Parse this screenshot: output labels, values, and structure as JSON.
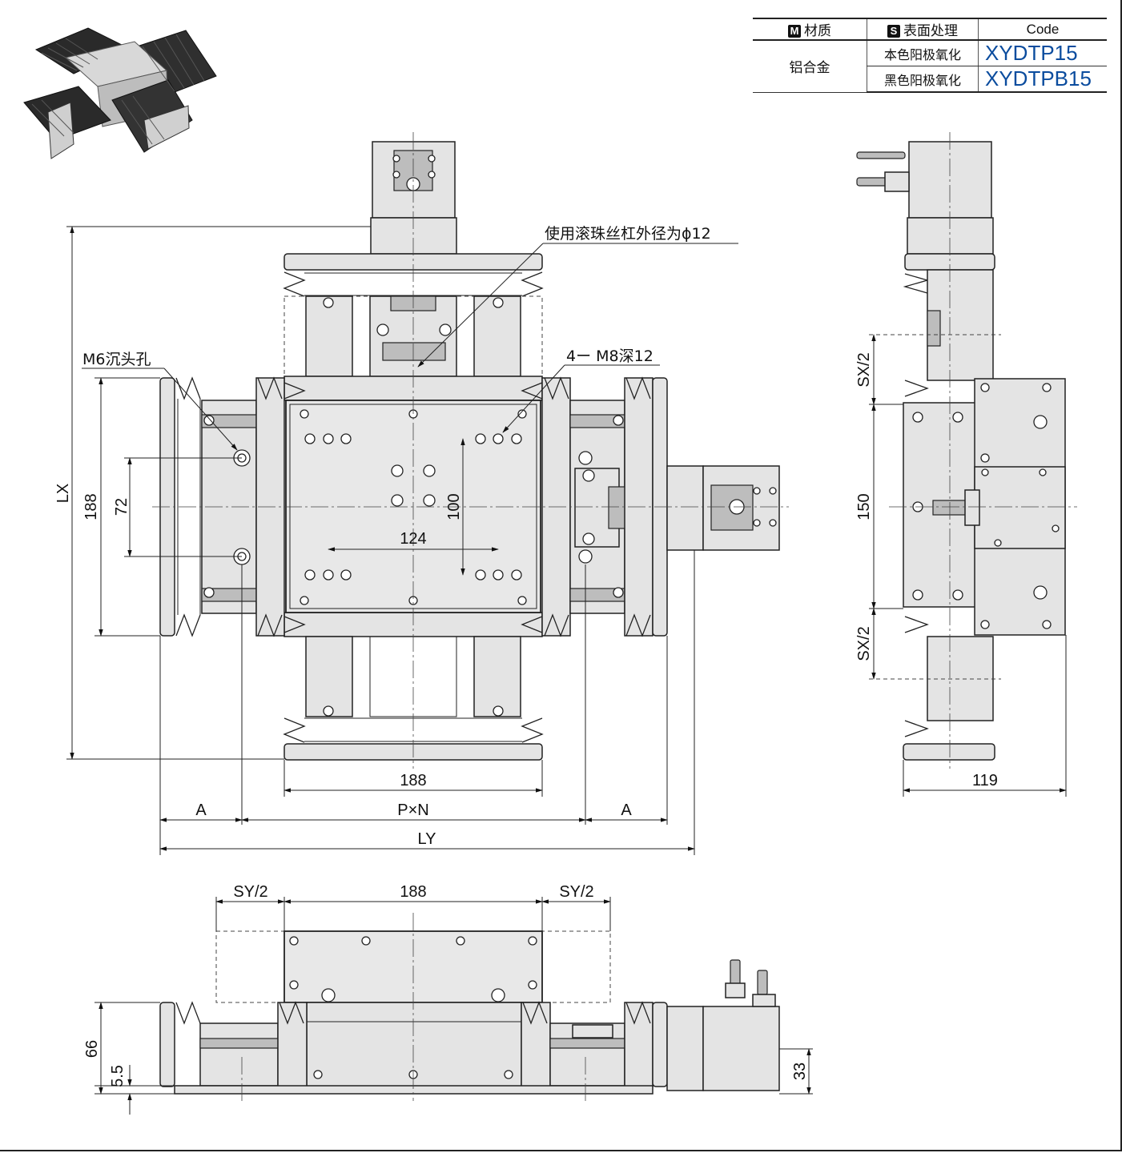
{
  "spec_table": {
    "header": {
      "material": "材质",
      "surface": "表面处理",
      "code": "Code",
      "badge_m": "M",
      "badge_s": "S"
    },
    "material": "铝合金",
    "rows": [
      {
        "surface": "本色阳极氧化",
        "code": "XYDTP15"
      },
      {
        "surface": "黑色阳极氧化",
        "code": "XYDTPB15"
      }
    ]
  },
  "labels": {
    "ballscrew": "使用滚珠丝杠外径为ϕ12",
    "counterbore": "M6沉头孔",
    "tapped": "4ー M8深12"
  },
  "dims_top": {
    "lx": "LX",
    "h188": "188",
    "h72": "72",
    "h100": "100",
    "w124": "124",
    "w188": "188",
    "a_left": "A",
    "pxn": "P×N",
    "a_right": "A",
    "ly": "LY"
  },
  "dims_side": {
    "sx_top": "SX/2",
    "h150": "150",
    "sx_bottom": "SX/2",
    "w119": "119"
  },
  "dims_front": {
    "sy_left": "SY/2",
    "w188": "188",
    "sy_right": "SY/2",
    "h66": "66",
    "h55": "5.5",
    "h33": "33"
  }
}
